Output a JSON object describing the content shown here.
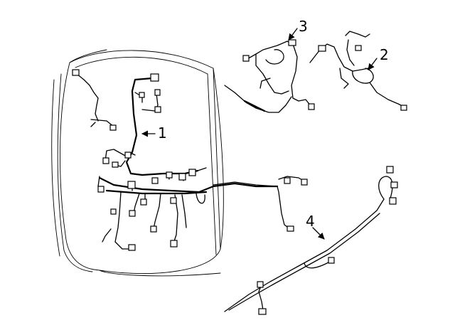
{
  "diagram": {
    "callouts": [
      {
        "id": "1",
        "label": "1"
      },
      {
        "id": "2",
        "label": "2"
      },
      {
        "id": "3",
        "label": "3"
      },
      {
        "id": "4",
        "label": "4"
      }
    ]
  },
  "colors": {
    "stroke": "#000000",
    "background": "#ffffff"
  }
}
